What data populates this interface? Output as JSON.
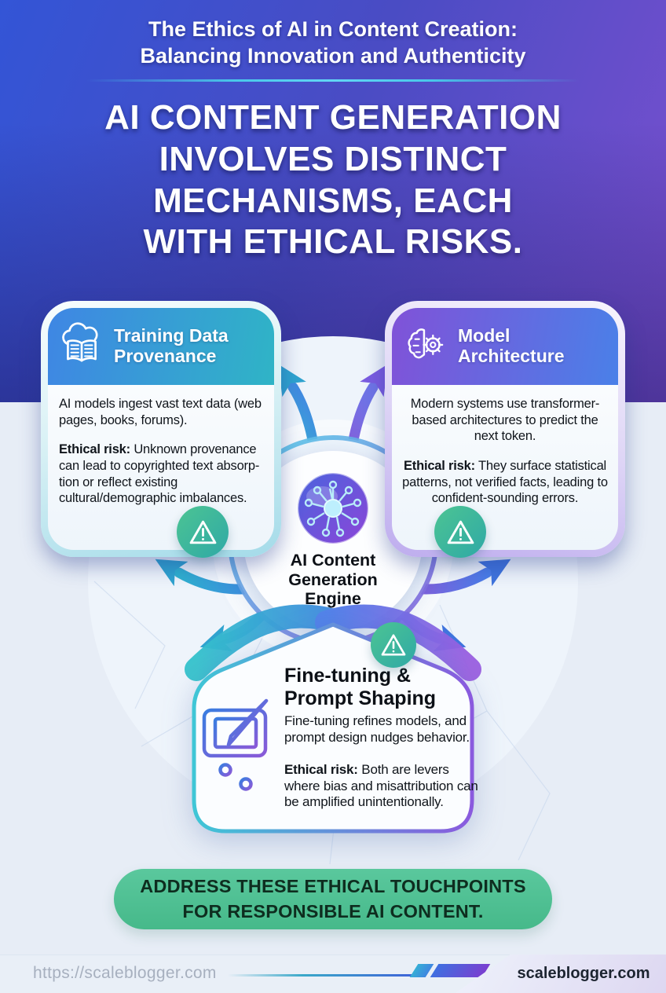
{
  "kicker": {
    "line1": "The Ethics of AI in Content Creation:",
    "line2": "Balancing Innovation and Authenticity"
  },
  "headline": [
    "AI CONTENT GENERATION",
    "INVOLVES DISTINCT",
    "MECHANISMS, EACH",
    "WITH ETHICAL RISKS."
  ],
  "engine": {
    "icon": "neural-network-icon",
    "label_lines": [
      "AI Content",
      "Generation",
      "Engine"
    ]
  },
  "cards": {
    "training": {
      "icon": "book-cloud-icon",
      "title_lines": [
        "Training Data",
        "Provenance"
      ],
      "body": "AI models ingest vast text data (web pages, books, forums).",
      "risk_label": "Ethical risk:",
      "risk_text": " Unknown provenance can lead to copyrighted text absorp-tion or reflect existing cultural/demographic imbalances."
    },
    "model": {
      "icon": "brain-gear-icon",
      "title_lines": [
        "Model",
        "Architecture"
      ],
      "body": "Modern systems use transformer-based architectures to predict the next token.",
      "risk_label": "Ethical risk:",
      "risk_text": " They surface statistical patterns, not verified facts, leading to confident-sounding errors."
    },
    "finetuning": {
      "icon": "tablet-pen-sliders-icon",
      "title_lines": [
        "Fine-tuning &",
        "Prompt Shaping"
      ],
      "body": "Fine-tuning refines models, and prompt design nudges behavior.",
      "risk_label": "Ethical risk:",
      "risk_text": " Both are levers where bias and misattribution can be amplified unintentionally."
    }
  },
  "warning_icon": "warning-triangle-icon",
  "banner": {
    "line1": "ADDRESS THESE ETHICAL TOUCHPOINTS",
    "line2": "FOR RESPONSIBLE AI CONTENT."
  },
  "footer": {
    "url": "https://scaleblogger.com",
    "brand": "scaleblogger.com"
  },
  "colors": {
    "bg_top_left": "#3355d6",
    "bg_top_right": "#7b50cf",
    "bg_light": "#e7edf6",
    "card_training_header_from": "#3f86e4",
    "card_training_header_to": "#2fb4c6",
    "card_model_header_from": "#8052d8",
    "card_model_header_to": "#4a80e8",
    "accent_teal": "#35c2cc",
    "accent_blue": "#3f86e0",
    "accent_purple": "#8a5ad8",
    "warning_badge_green": "#3ec39a",
    "banner_green": "#4fbf92",
    "banner_text": "#0e2d1f",
    "footer_url_gray": "#a7b0bf"
  }
}
